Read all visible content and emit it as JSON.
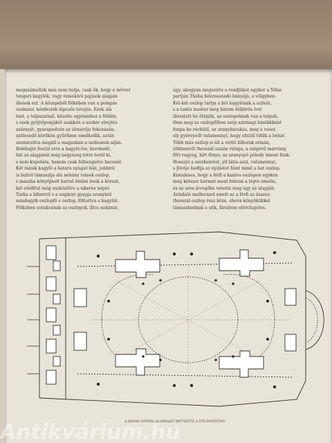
{
  "left_column": [
    "megszámolták más nem tudja, csak ők, hogy e névvel",
    "tengeri kagylók, vagy remekívű pajzsok alapján",
    "illenek ezt. A közepéből fölkében van a pompás",
    "szekszer, kérdezték lépcsős tetején. Ezek alá",
    "lent, a talpazatnál, kézelte egymáshoz a földön,",
    "s ezek gyűjtőponjából szakkén a szekér elrejtés",
    "szárnyát, gyarapodván az átmérője fokozásán,",
    "szélesedő körökön gyűrűsen emelkedik, aztán",
    "szemiratlva megáll a magasban a szélesnek alján.",
    "Beléhajtó feszül erre a kagyló-íve, kerekedő,",
    "hát az alapjánál még négyszeg tetre terül ki,",
    "s nem kupolára, hanem csak felhengerre hacsnál.",
    "Két másik kagyló a hatara nyugat felé, jobbról",
    "is balról támaszija alá néhány temek oszlop,",
    "s maszba könyöjnott karral ölelné íveik a kórust,",
    "két elédfrol még eszközölve a sikeres népet.",
    "Tarka a bíborról s a sugárzó gyapja aranyból",
    "mindegyik oszlopfő s oszlop, föltartva a kagylót.",
    "Fölkében sorakoznak az oszlopok, íllva sudáran,"
  ],
  "right_column": [
    "úgy, ahogyan megszírte a rendjüket egykor a Nílus",
    "partján Théba felorosszadó bányája, a völgyben.",
    "Két-két oszlop tartja a két kagylónak a szilvát,",
    "s a tudós mester még három félkörös ívet",
    "illesztett be ötbijük, az oszlopoknak van a talpuk,",
    "fönn meg az oszlopfőben szép szirmagi kinökkként",
    "fonpa be réchülő, az aranybarakás, meg a veset.",
    "ely gyéreyedt valamennyi, hogy ehtzül tőlük a bénat",
    "Több más oszlop is áll a virítő bíborak ormán,",
    "zöldzenről thesszál százla virága, a szépérű márvány,",
    "főtt ragyog, hírt fénye, az aranyuyó pólody ámost fénk.",
    "Hosszjú a szerkezetet, jól látia azul, valamennyi,",
    "s Jövője bedtja az épületet fémt mind a hat oszlop.",
    "Kimulsnes, hogy a férfi a kanlós oszlopon egyken",
    "még kétszer hármat ment bátran a lépte emelni,",
    "és az ures levegőbe vetetni meg úgy az alapjáit.",
    "Áriádaló mellevázel emelt az a férfi az összes",
    "thesszál oszlop rész közé, ahová könyökükkel",
    "támaszkodnak a nők, fáraltom elérchajolva."
  ],
  "figure_caption": "A HAGIA SOPHIA ALAPRAJZI METSZETE A FÖLDSZINTEN",
  "watermark": "Antikvárium.hu"
}
